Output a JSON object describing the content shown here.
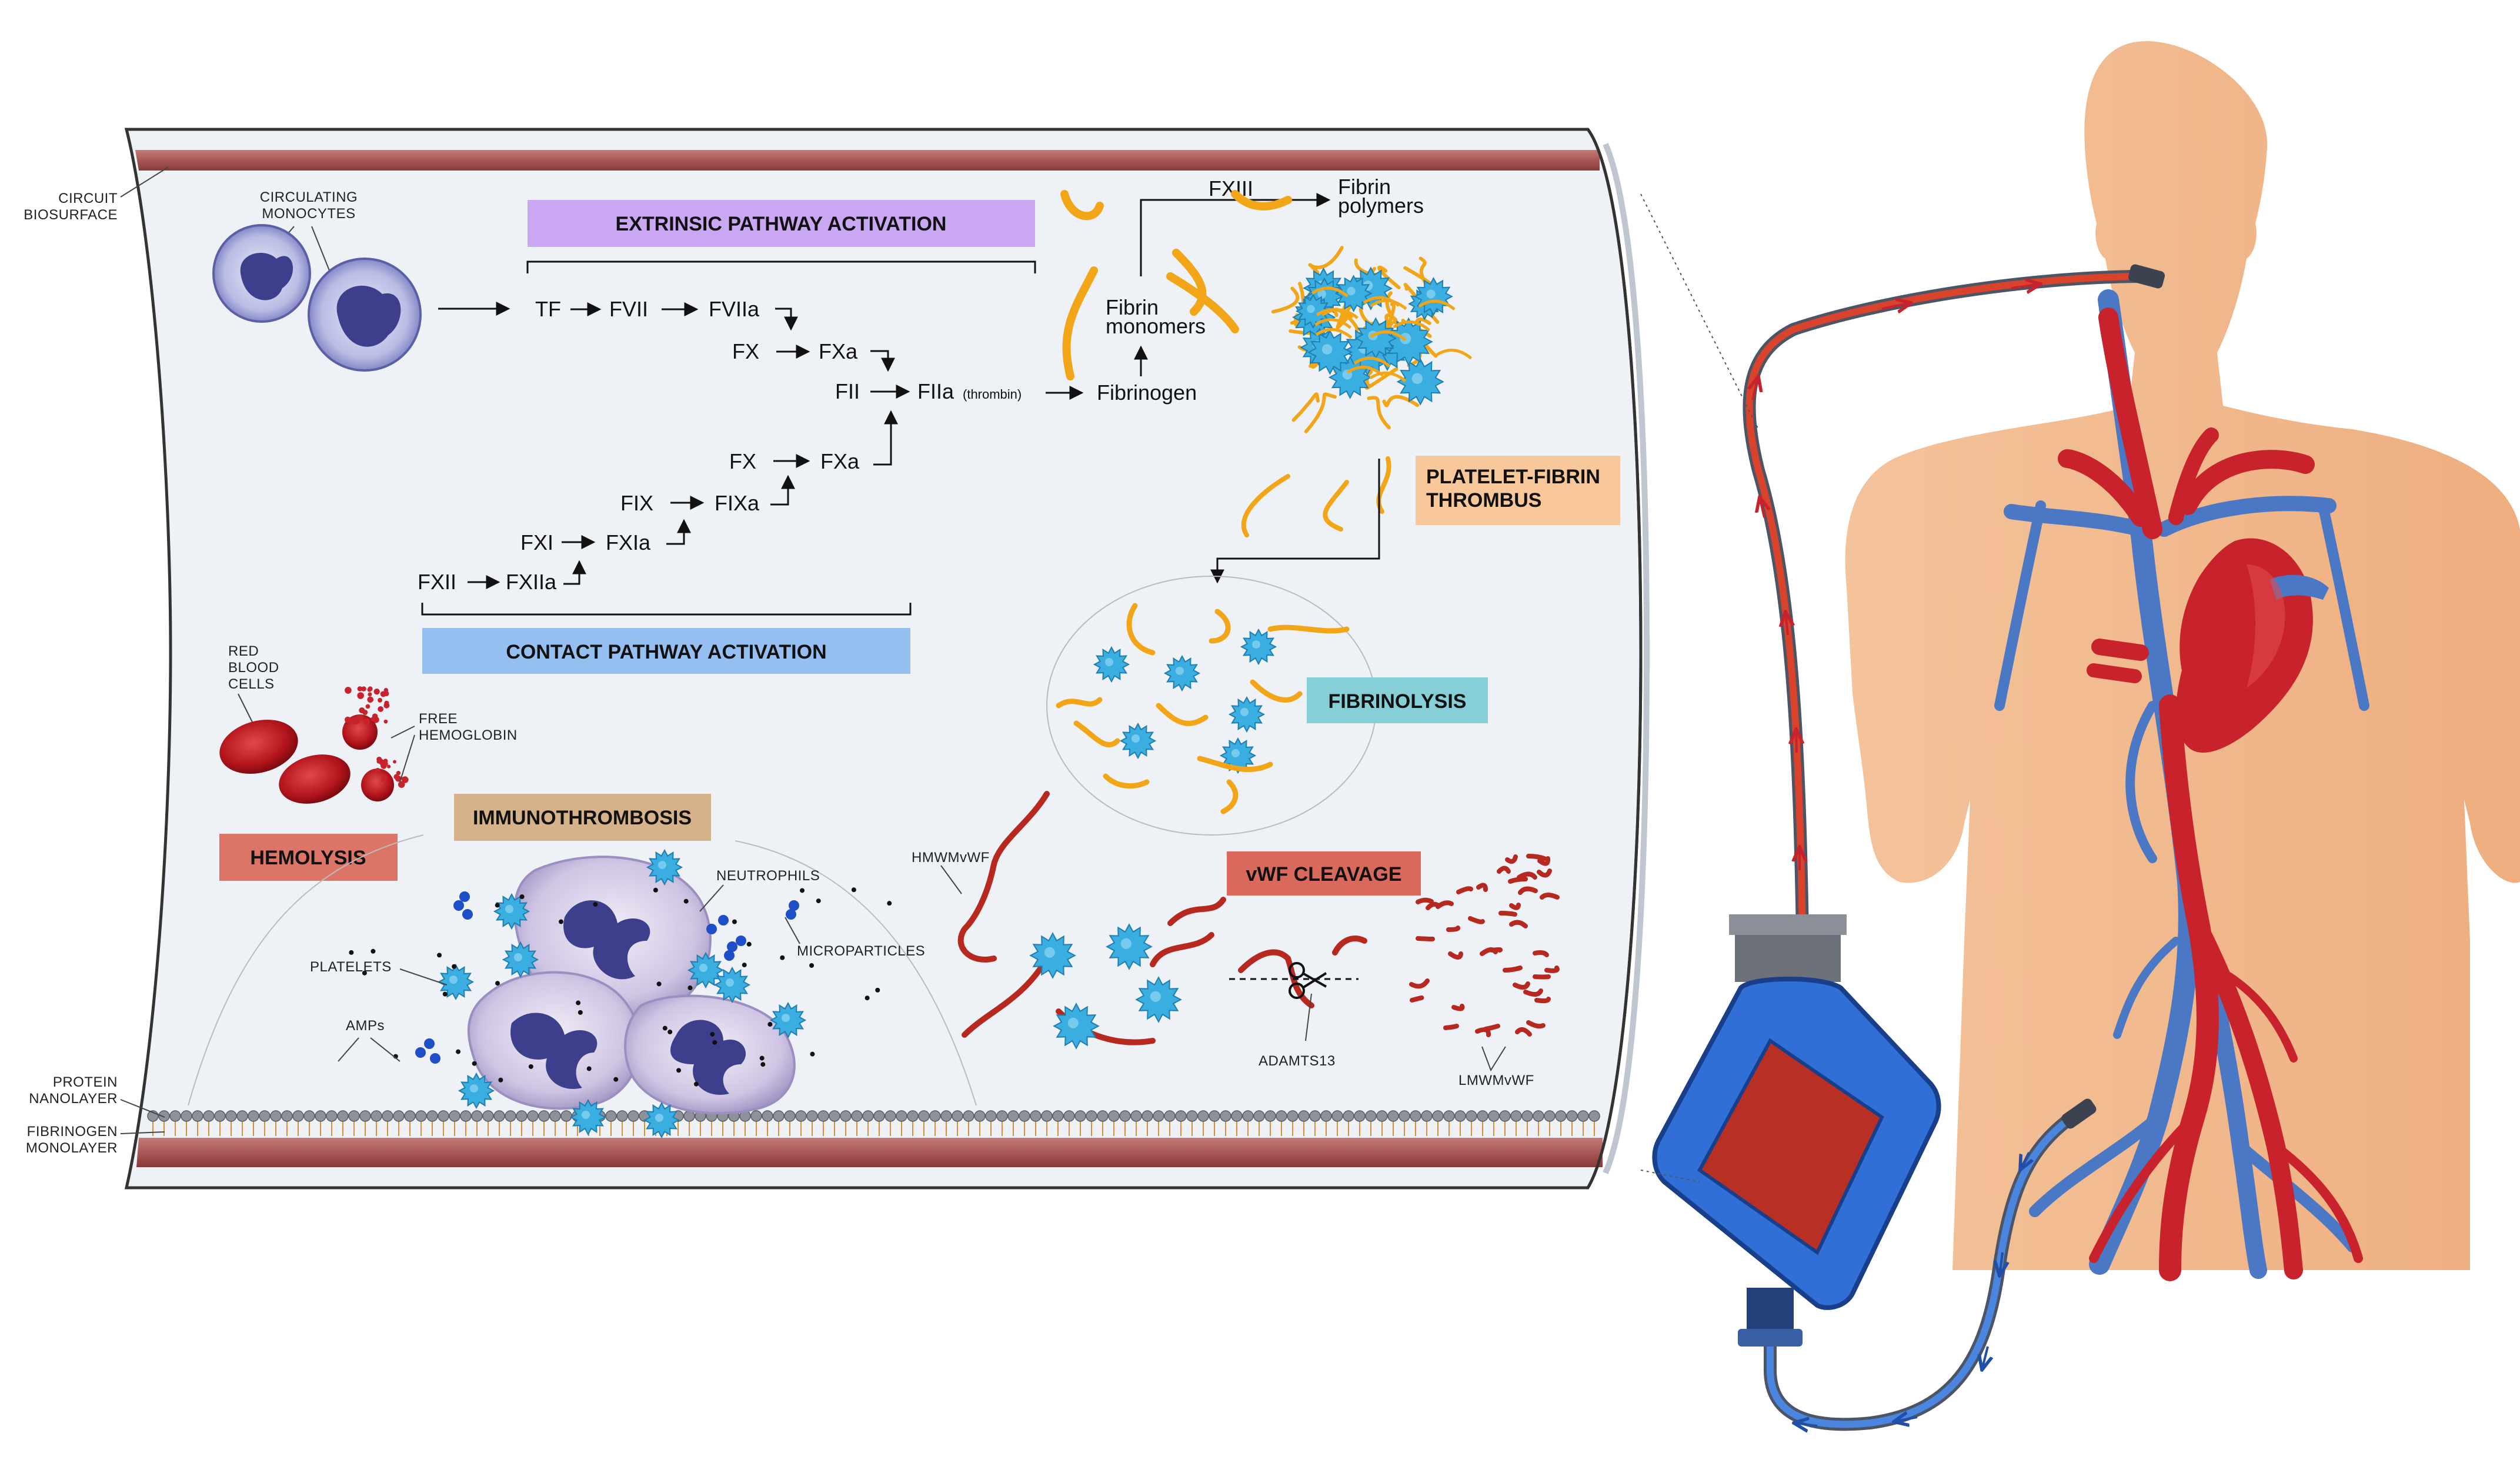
{
  "labels": {
    "circuit_biosurface": [
      "CIRCUIT",
      "BIOSURFACE"
    ],
    "circulating_monocytes": [
      "CIRCULATING",
      "MONOCYTES"
    ],
    "red_blood_cells": [
      "RED",
      "BLOOD",
      "CELLS"
    ],
    "free_hemoglobin": [
      "FREE",
      "HEMOGLOBIN"
    ],
    "neutrophils": "NEUTROPHILS",
    "microparticles": "MICROPARTICLES",
    "platelets": "PLATELETS",
    "amps": "AMPs",
    "protein_nanolayer": [
      "PROTEIN",
      "NANOLAYER"
    ],
    "fibrinogen_monolayer": [
      "FIBRINOGEN",
      "MONOLAYER"
    ],
    "hmwmvwf": "HMWMvWF",
    "lmwmvwf": "LMWMvWF",
    "adamts13": "ADAMTS13"
  },
  "boxes": {
    "extrinsic": {
      "label": "EXTRINSIC PATHWAY ACTIVATION",
      "color": "#c9a7f2"
    },
    "contact": {
      "label": "CONTACT PATHWAY ACTIVATION",
      "color": "#94bff0"
    },
    "thrombus": {
      "label": [
        "PLATELET-FIBRIN",
        "THROMBUS"
      ],
      "color": "#f9c89a"
    },
    "fibrinolysis": {
      "label": "FIBRINOLYSIS",
      "color": "#86cfd6"
    },
    "hemolysis": {
      "label": "HEMOLYSIS",
      "color": "#dc7468"
    },
    "immunothrombosis": {
      "label": "IMMUNOTHROMBOSIS",
      "color": "#d6b28a"
    },
    "vwf_cleavage": {
      "label": "vWF CLEAVAGE",
      "color": "#d9685d"
    }
  },
  "cascade": {
    "tf": "TF",
    "fvii": "FVII",
    "fviia": "FVIIa",
    "fx_top": "FX",
    "fxa_top": "FXa",
    "fii": "FII",
    "fiia": "FIIa",
    "thrombin": "(thrombin)",
    "fibrinogen": "Fibrinogen",
    "fibrin_monomers": [
      "Fibrin",
      "monomers"
    ],
    "fxiii": "FXIII",
    "fibrin_polymers": [
      "Fibrin",
      "polymers"
    ],
    "fx_bottom": "FX",
    "fxa_bottom": "FXa",
    "fix": "FIX",
    "fixa": "FIXa",
    "fxi": "FXI",
    "fxia": "FXIa",
    "fxii": "FXII",
    "fxiia": "FXIIa"
  },
  "colors": {
    "tube_wall": "#9e4a4a",
    "tube_fill": "#eef1f5",
    "skin": "#f2b98a",
    "artery": "#c8232c",
    "vein": "#4a78c4",
    "oxygenator": "#2f6fd6",
    "oxygenator_core": "#b83024",
    "fibrin": "#f2a516",
    "platelet": "#3aaee0",
    "rbc": "#b3141c",
    "neutrophil": "#c8bedf",
    "nucleus": "#3e3f8c"
  }
}
